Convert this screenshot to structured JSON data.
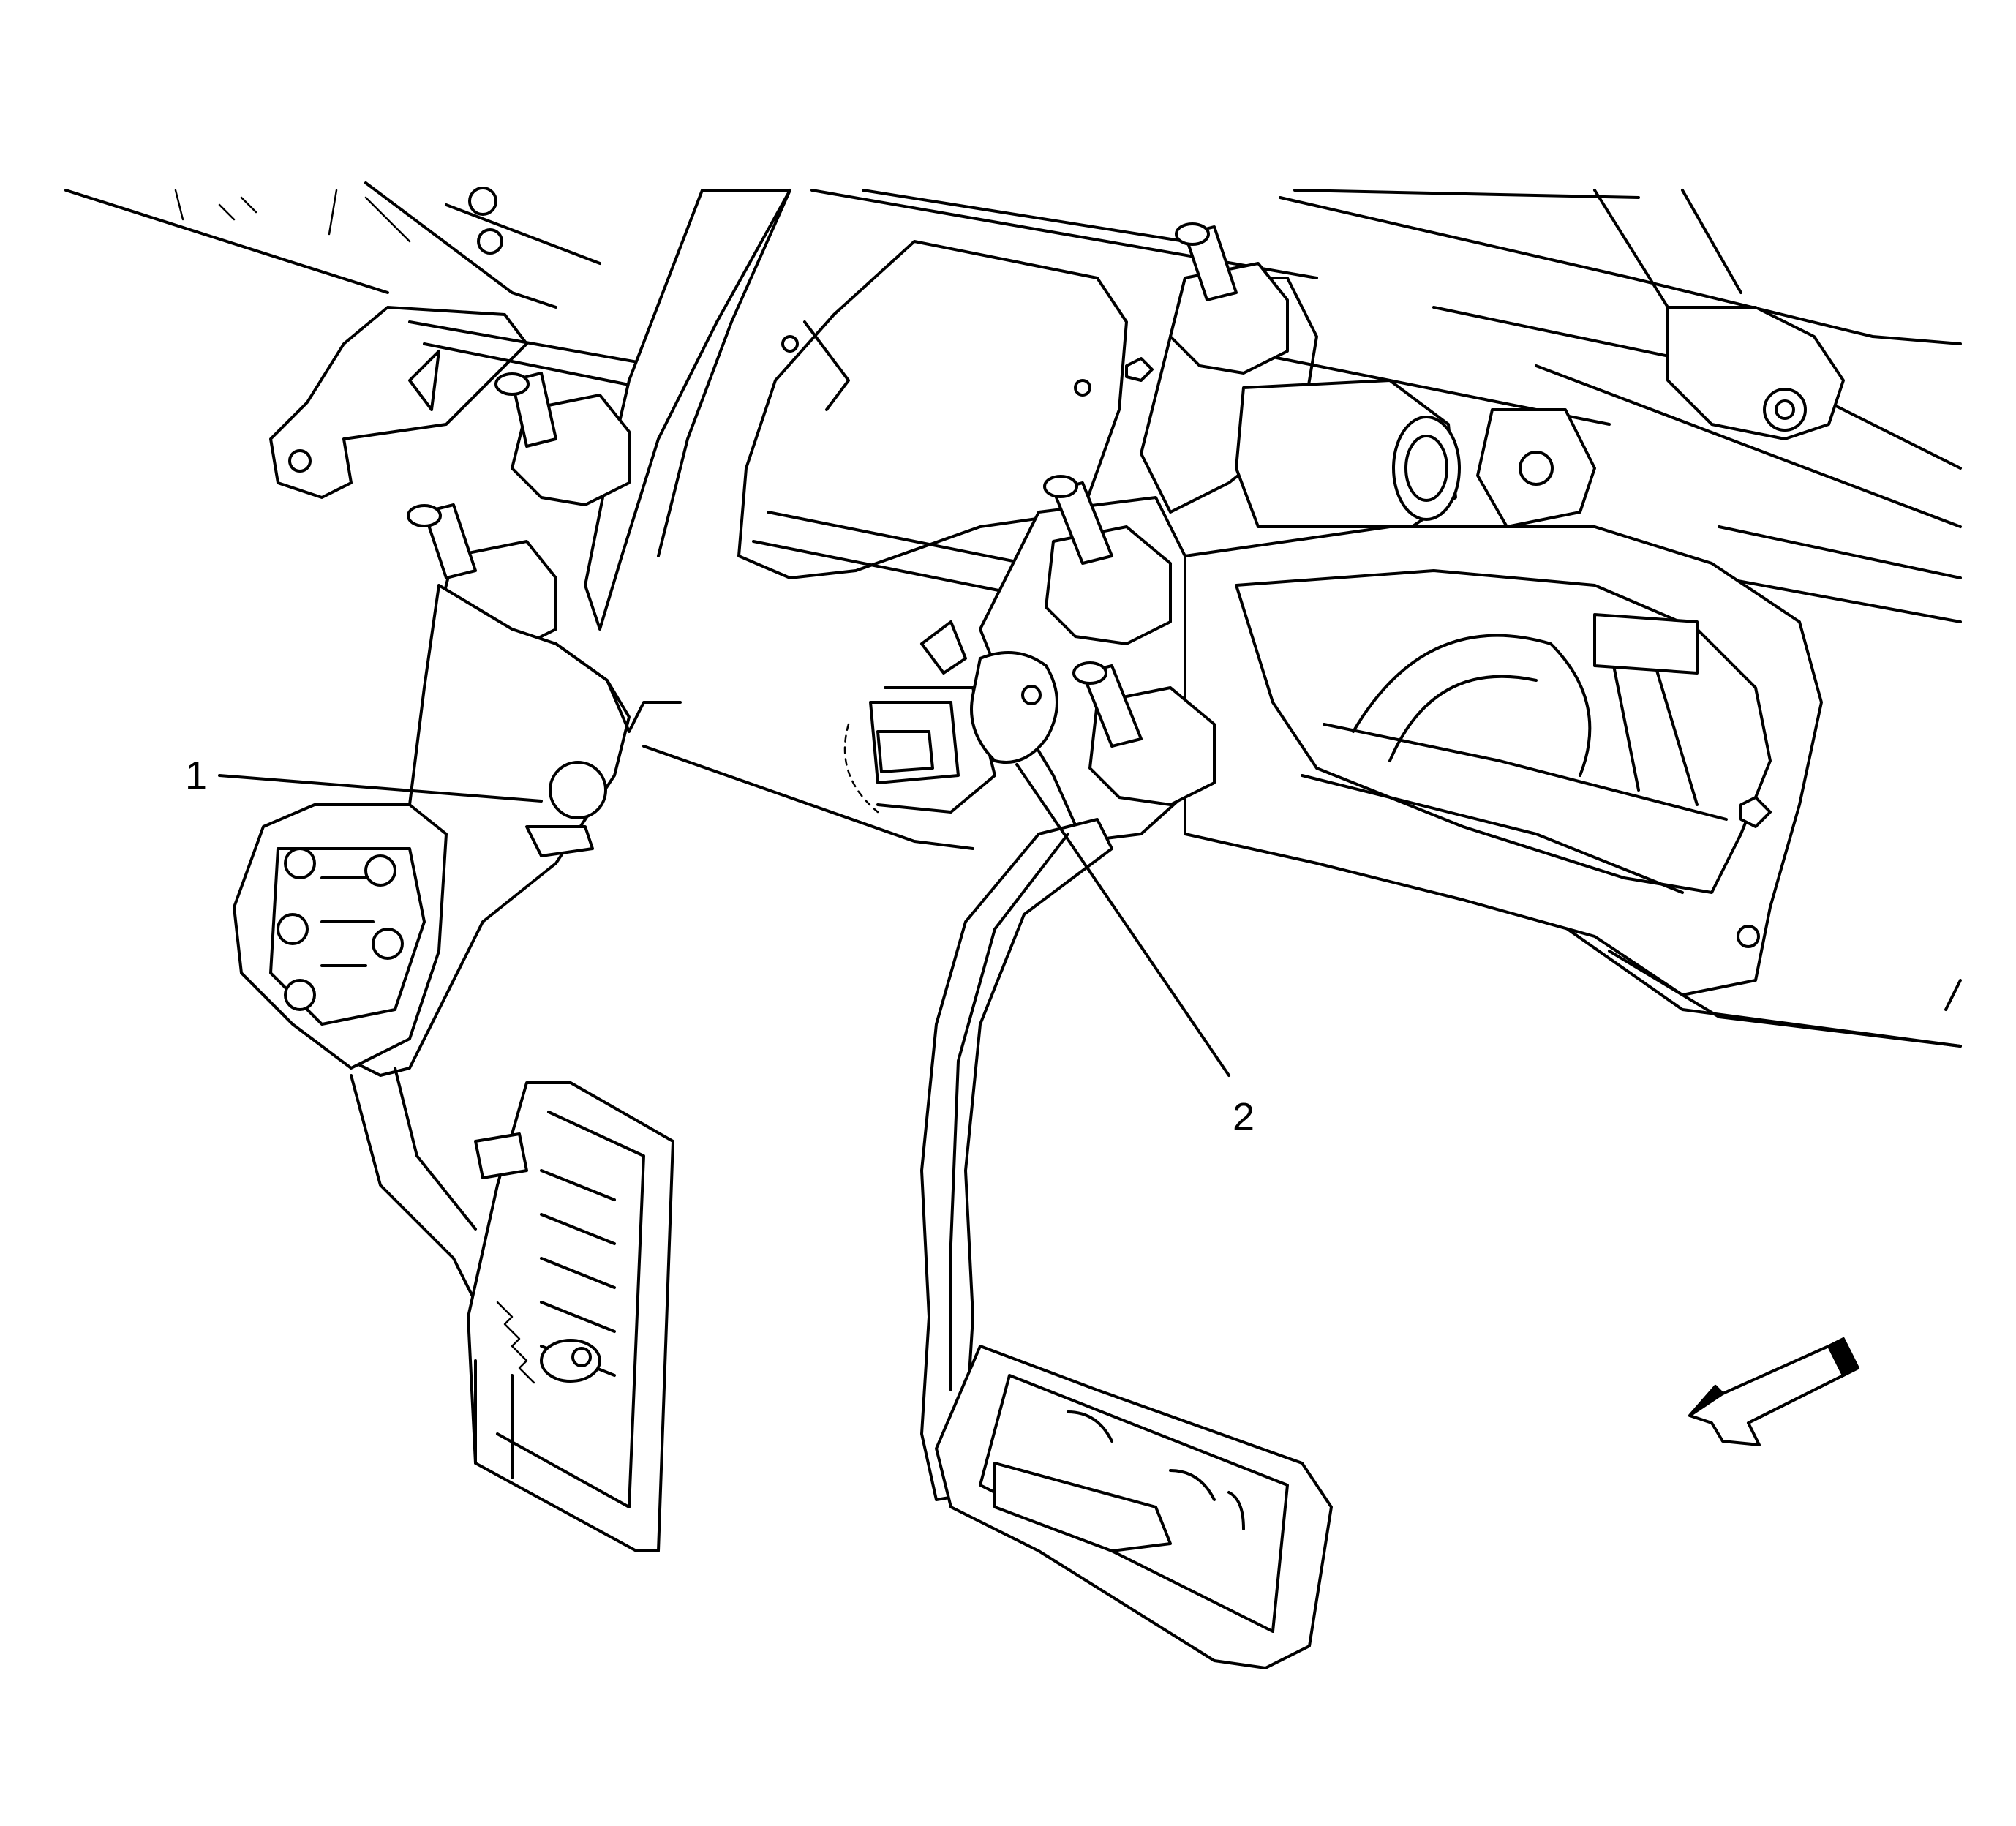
{
  "diagram": {
    "callouts": [
      {
        "id": "1",
        "label": "1"
      },
      {
        "id": "2",
        "label": "2"
      }
    ],
    "icons": {
      "view_direction": "direction-arrow-icon"
    }
  }
}
